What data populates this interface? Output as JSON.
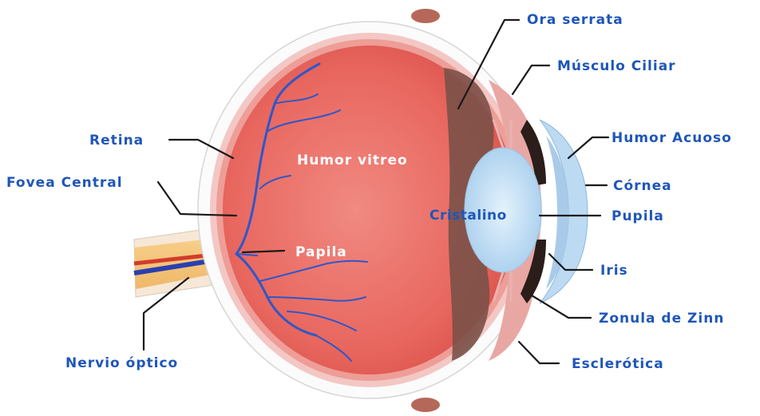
{
  "labels": {
    "ora_serrata": "Ora serrata",
    "musculo_ciliar": "Músculo Ciliar",
    "humor_acuoso": "Humor Acuoso",
    "cornea": "Córnea",
    "pupila": "Pupila",
    "iris": "Iris",
    "zonula_de_zinn": "Zonula de Zinn",
    "esclerotica": "Esclerótica",
    "retina": "Retina",
    "fovea_central": "Fovea Central",
    "nervio_optico": "Nervio óptico",
    "humor_vitreo": "Humor vitreo",
    "papila": "Papila",
    "cristalino": "Cristalino"
  },
  "colors": {
    "label_blue": "#1f56b8",
    "globe_red": "#e7645e",
    "cornea_blue": "#bcdaf2",
    "lens_blue": "#cfe6f8",
    "vessel_blue": "#2f57c8"
  }
}
